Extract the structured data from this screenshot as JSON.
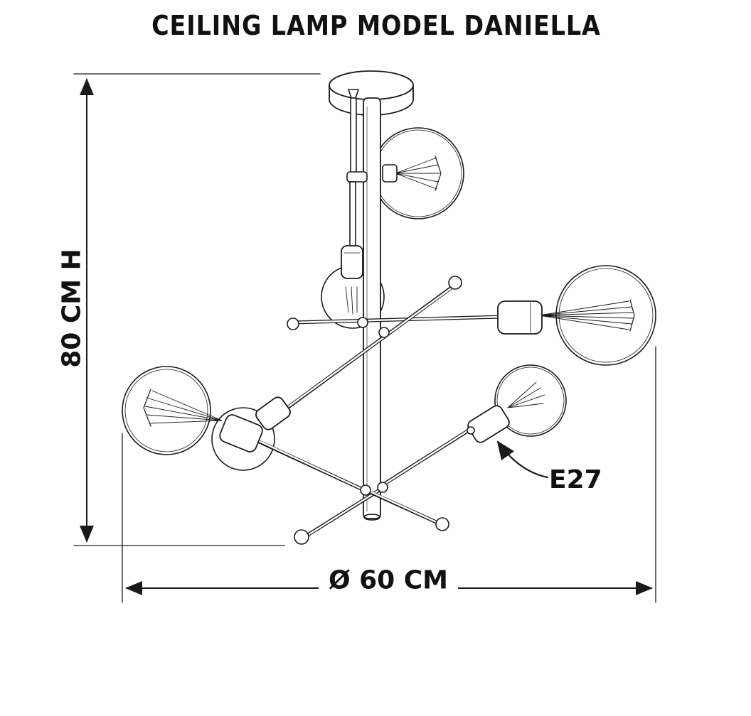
{
  "title": "CEILING LAMP MODEL DANIELLA",
  "dimensions": {
    "height": "80 CM H",
    "diameter": "Ø 60 CM"
  },
  "socket": {
    "label": "E27"
  },
  "colors": {
    "ink": "#1a1a1a",
    "background": "#ffffff"
  }
}
